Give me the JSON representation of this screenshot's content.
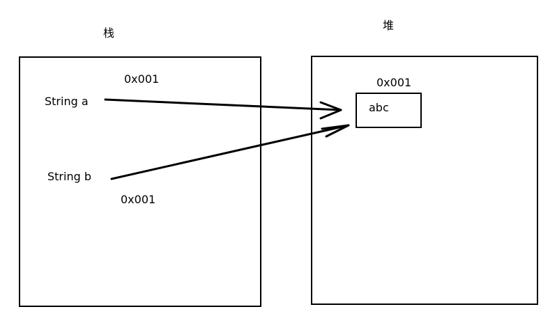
{
  "stack": {
    "title": "栈",
    "var_a_label": "String a",
    "var_a_address": "0x001",
    "var_b_label": "String b",
    "var_b_address": "0x001"
  },
  "heap": {
    "title": "堆",
    "object_address": "0x001",
    "object_value": "abc"
  },
  "arrows": [
    {
      "from": "String a",
      "to": "abc"
    },
    {
      "from": "String b",
      "to": "abc"
    }
  ],
  "colors": {
    "stroke": "#000000",
    "background": "#ffffff"
  }
}
